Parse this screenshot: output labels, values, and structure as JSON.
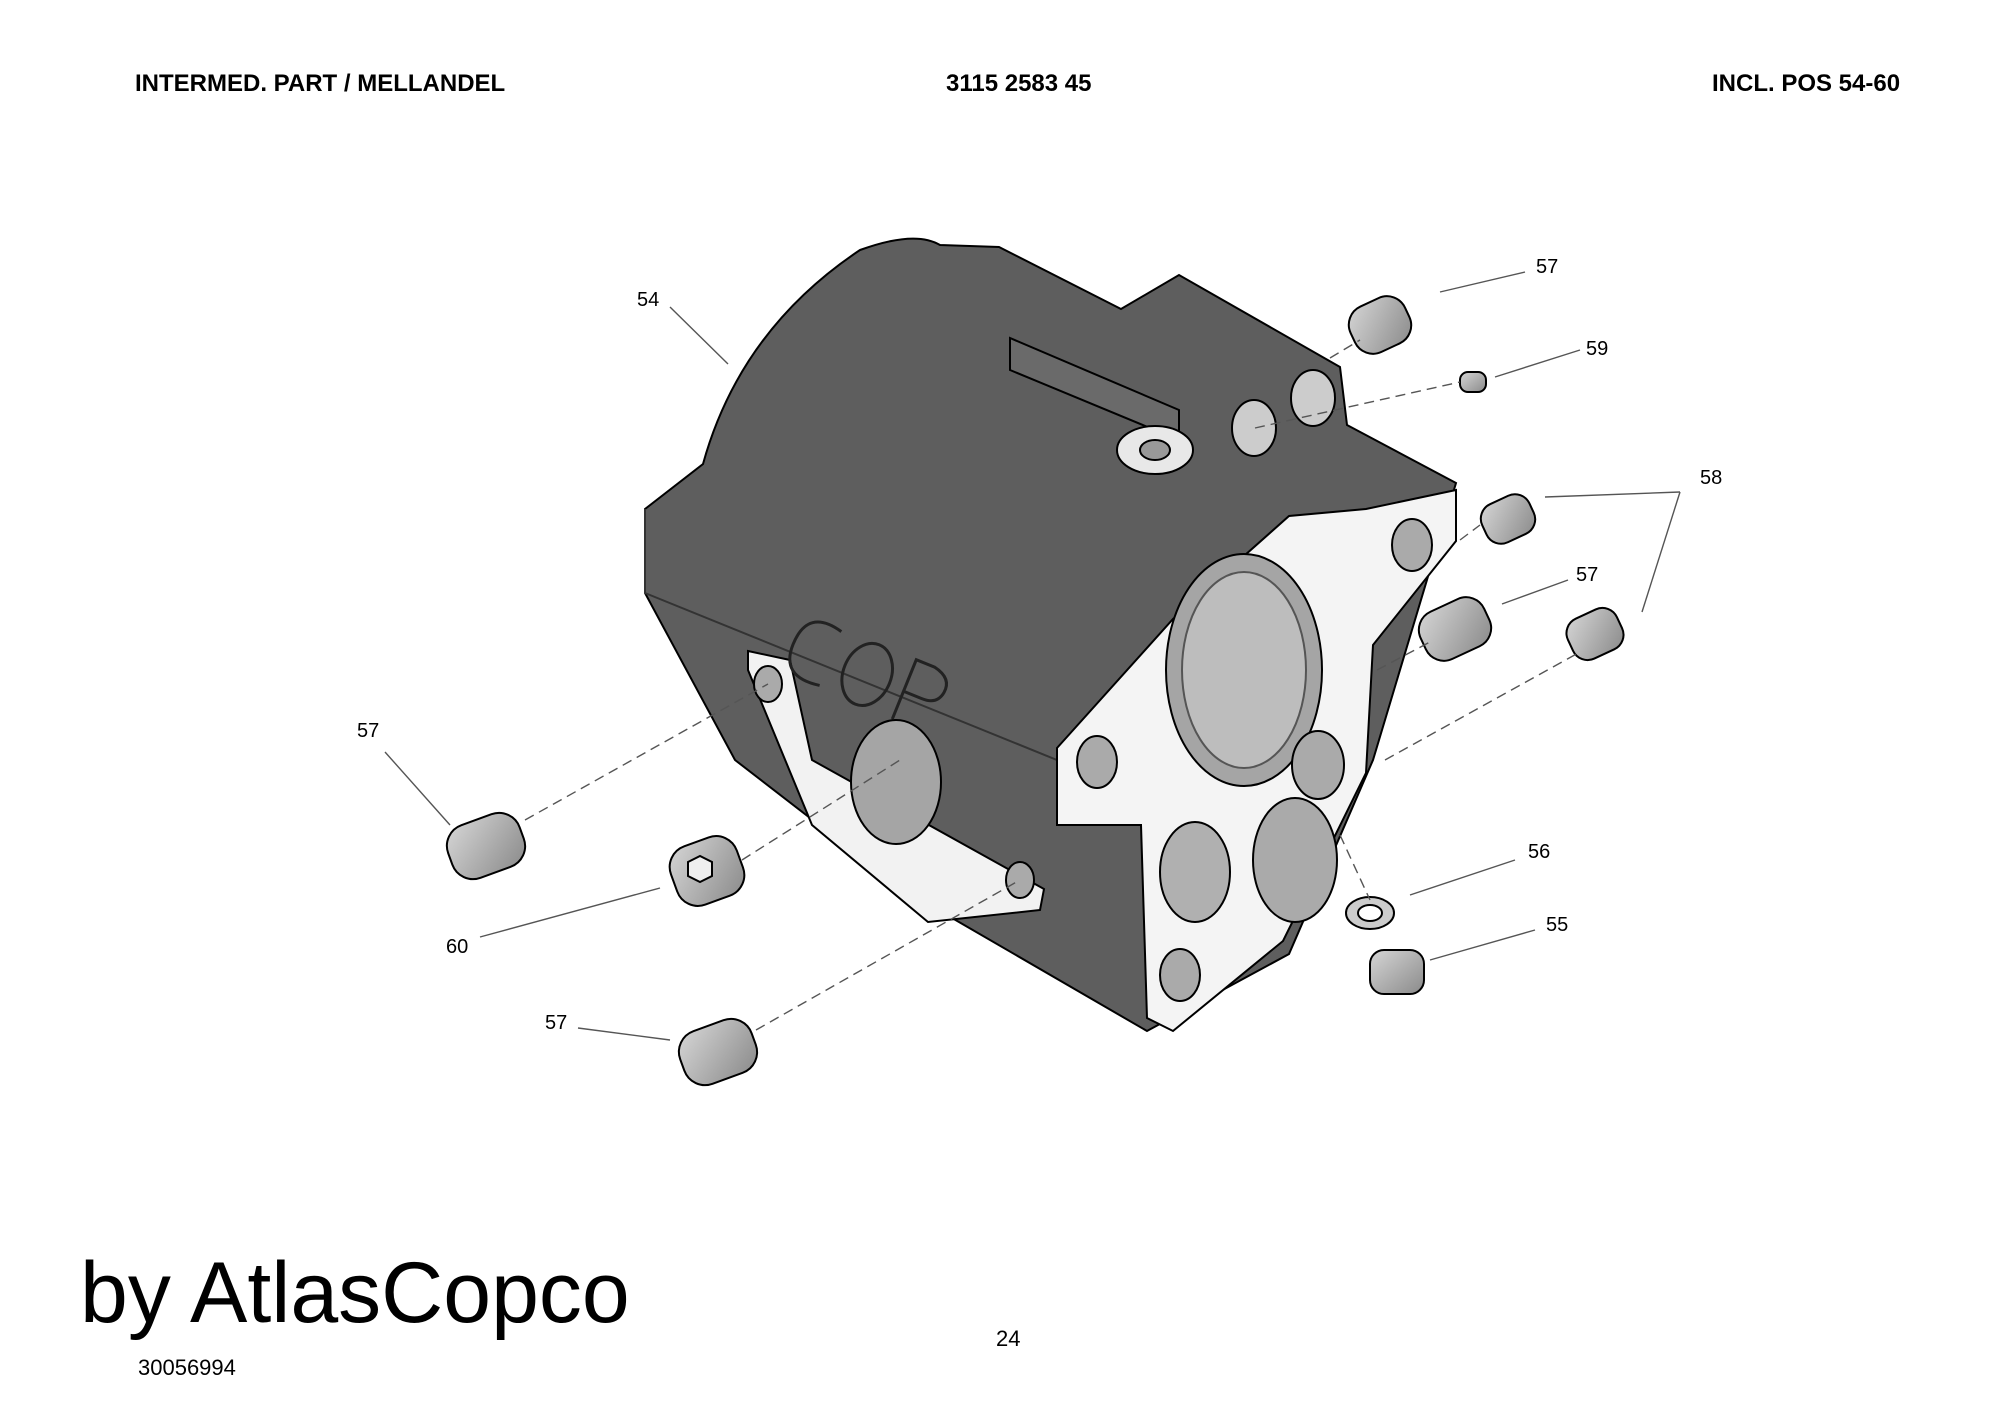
{
  "header": {
    "title": "INTERMED. PART / MELLANDEL",
    "part_number": "3115 2583 45",
    "includes": "INCL. POS 54-60"
  },
  "callouts": [
    "54",
    "57",
    "59",
    "58",
    "57",
    "57",
    "60",
    "57",
    "56",
    "55"
  ],
  "footer": {
    "brand": "by AtlasCopco",
    "drawing_code": "30056994",
    "page_number": "24"
  }
}
